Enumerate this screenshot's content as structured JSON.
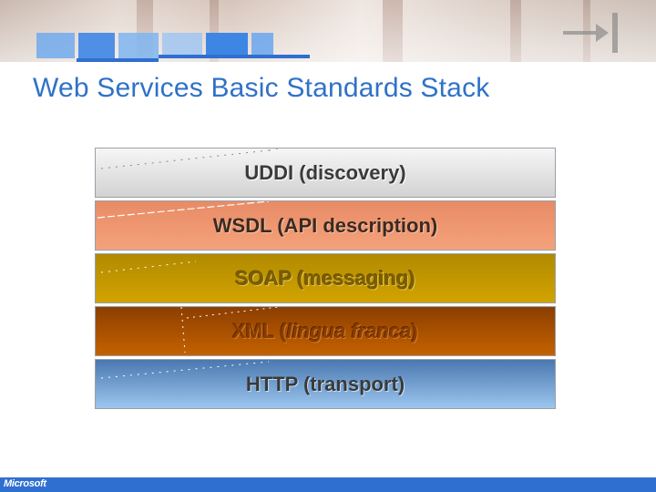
{
  "slide": {
    "title": "Web Services Basic Standards Stack"
  },
  "stack": {
    "layers": [
      {
        "label": "UDDI (discovery)"
      },
      {
        "label": "WSDL (API description)"
      },
      {
        "label": "SOAP (messaging)"
      },
      {
        "label_plain": "XML (",
        "label_italic": "lingua franca",
        "label_end": ")"
      },
      {
        "label": "HTTP (transport)"
      }
    ]
  },
  "footer": {
    "logo_text": "Microsoft"
  },
  "colors": {
    "title": "#2f72c8",
    "footer_bar": "#2f6fd0",
    "uddi": "#d2d2d2",
    "wsdl": "#f4a27a",
    "soap": "#d2a300",
    "xml": "#c46200",
    "http": "#9cc6ee"
  }
}
